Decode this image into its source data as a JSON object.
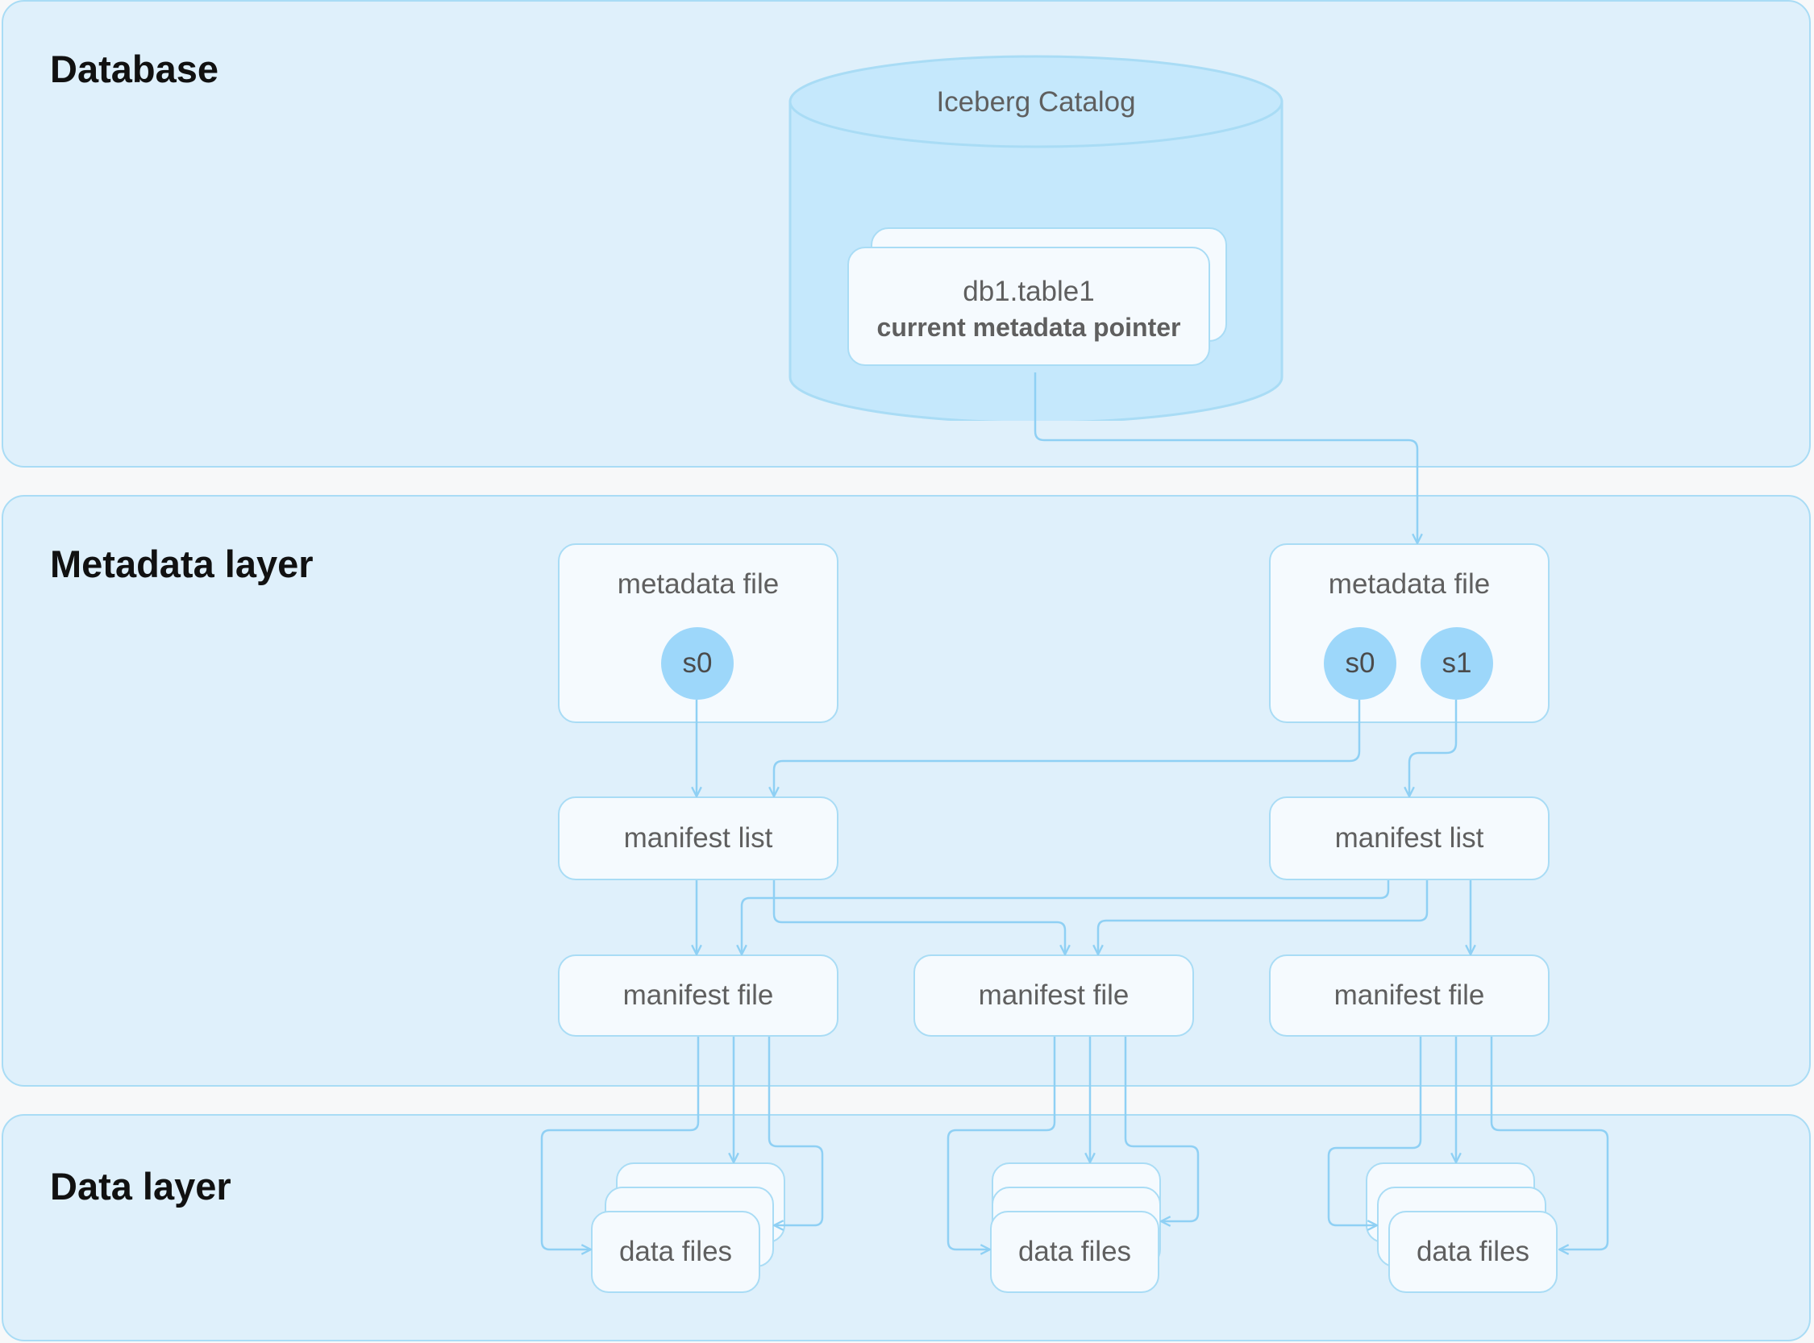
{
  "layers": {
    "database": {
      "title": "Database"
    },
    "metadata": {
      "title": "Metadata layer"
    },
    "data": {
      "title": "Data layer"
    }
  },
  "catalog": {
    "title": "Iceberg Catalog",
    "table_name": "db1.table1",
    "pointer_label": "current metadata pointer"
  },
  "metadata_files": [
    {
      "label": "metadata file",
      "snapshots": [
        "s0"
      ]
    },
    {
      "label": "metadata file",
      "snapshots": [
        "s0",
        "s1"
      ]
    }
  ],
  "manifest_lists": [
    {
      "label": "manifest list"
    },
    {
      "label": "manifest list"
    }
  ],
  "manifest_files": [
    {
      "label": "manifest file"
    },
    {
      "label": "manifest file"
    },
    {
      "label": "manifest file"
    }
  ],
  "data_files": [
    {
      "label": "data files"
    },
    {
      "label": "data files"
    },
    {
      "label": "data files"
    }
  ],
  "colors": {
    "layer_fill": "#dff0fb",
    "border": "#a9dcf5",
    "box_fill": "#f5fafe",
    "snapshot_fill": "#9dd7fa",
    "cylinder_fill": "#c5e8fc",
    "arrow": "#8fd0f4"
  }
}
